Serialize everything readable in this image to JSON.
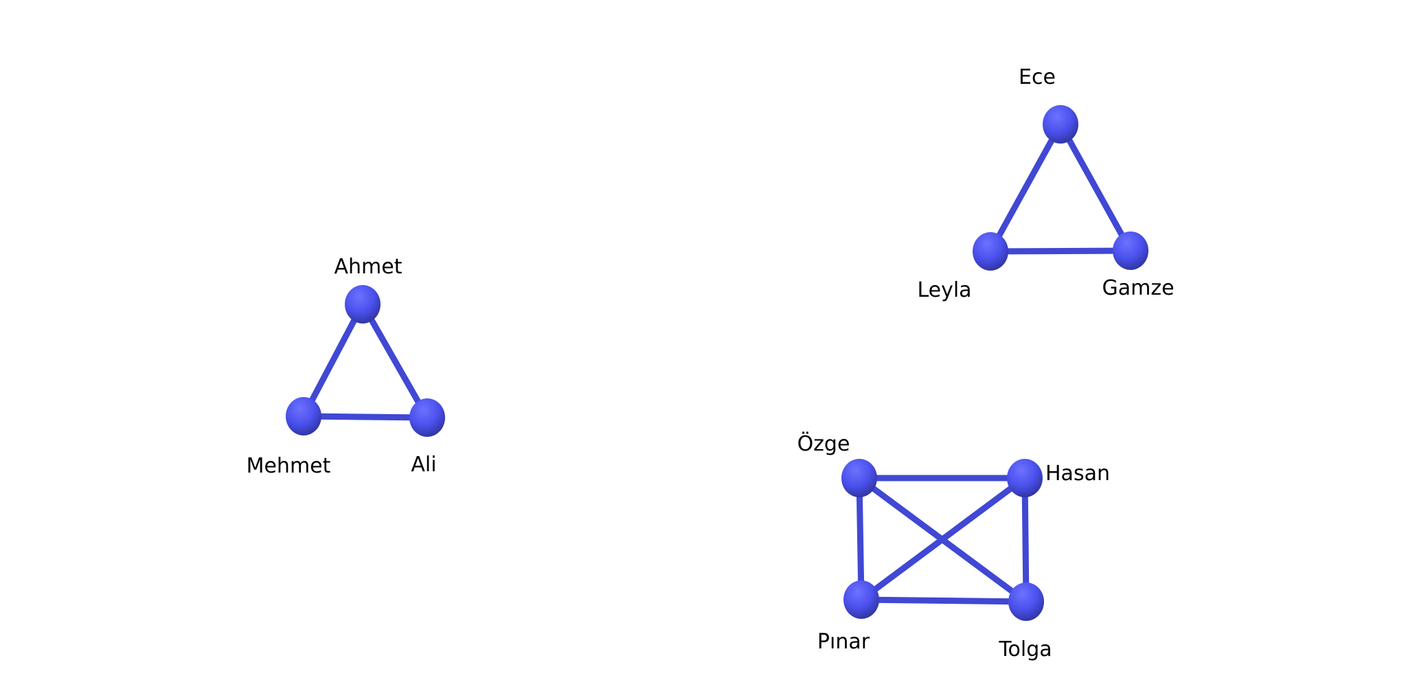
{
  "colors": {
    "edge": "#4048d4",
    "node_light": "#6d72ff",
    "node_mid": "#4a50ec",
    "node_dark": "#2d329a",
    "background": "#ffffff",
    "label": "#000000"
  },
  "nodes": [
    {
      "id": "ahmet",
      "label": "Ahmet"
    },
    {
      "id": "mehmet",
      "label": "Mehmet"
    },
    {
      "id": "ali",
      "label": "Ali"
    },
    {
      "id": "ece",
      "label": "Ece"
    },
    {
      "id": "leyla",
      "label": "Leyla"
    },
    {
      "id": "gamze",
      "label": "Gamze"
    },
    {
      "id": "ozge",
      "label": "Özge"
    },
    {
      "id": "hasan",
      "label": "Hasan"
    },
    {
      "id": "pinar",
      "label": "Pınar"
    },
    {
      "id": "tolga",
      "label": "Tolga"
    }
  ],
  "edges": [
    {
      "from": "ahmet",
      "to": "mehmet"
    },
    {
      "from": "ahmet",
      "to": "ali"
    },
    {
      "from": "mehmet",
      "to": "ali"
    },
    {
      "from": "ece",
      "to": "leyla"
    },
    {
      "from": "ece",
      "to": "gamze"
    },
    {
      "from": "leyla",
      "to": "gamze"
    },
    {
      "from": "ozge",
      "to": "hasan"
    },
    {
      "from": "ozge",
      "to": "pinar"
    },
    {
      "from": "ozge",
      "to": "tolga"
    },
    {
      "from": "hasan",
      "to": "pinar"
    },
    {
      "from": "hasan",
      "to": "tolga"
    },
    {
      "from": "pinar",
      "to": "tolga"
    }
  ]
}
